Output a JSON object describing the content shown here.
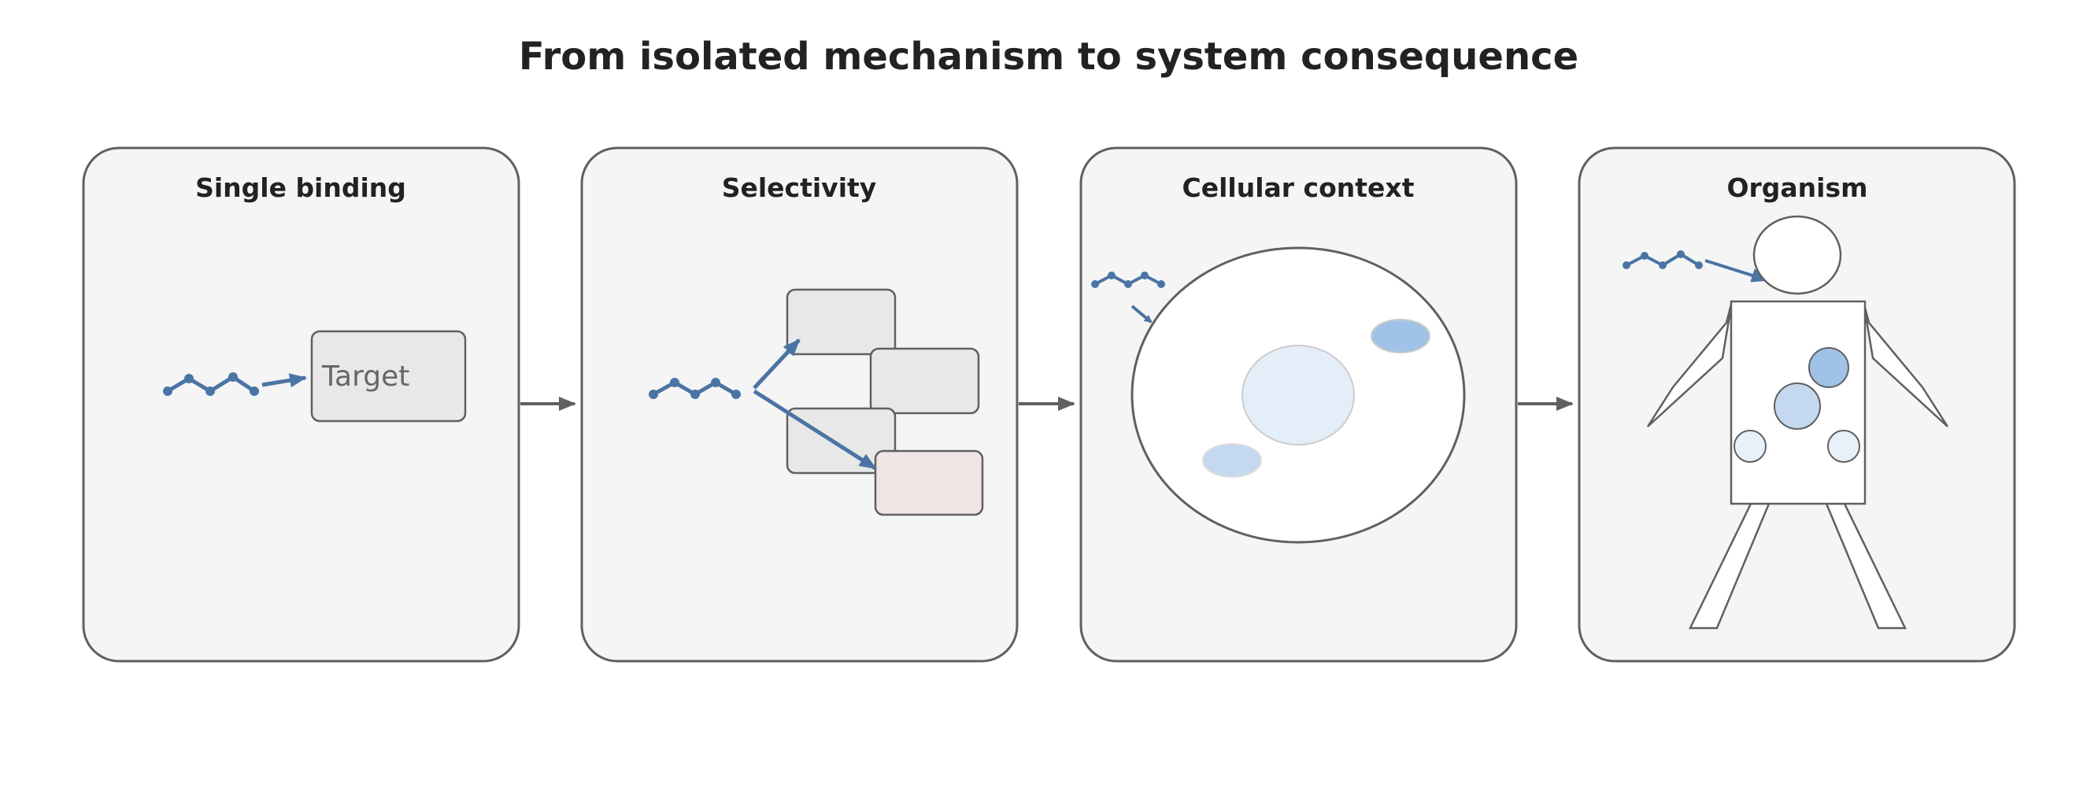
{
  "diagram": {
    "title": "From isolated mechanism to system consequence",
    "panels": [
      {
        "id": "single-binding",
        "title": "Single binding",
        "target_label": "Target"
      },
      {
        "id": "selectivity",
        "title": "Selectivity"
      },
      {
        "id": "cellular-context",
        "title": "Cellular context"
      },
      {
        "id": "organism",
        "title": "Organism"
      }
    ]
  },
  "colors": {
    "panel_fill": "#f5f5f5",
    "panel_stroke": "#606060",
    "molecule": "#4a74a4",
    "arrow": "#606060",
    "target_fill": "#e8e8e8",
    "off_target_fill": "#f0e4e4",
    "nucleus_fill": "#e4eef8",
    "organelle_light": "#c4d8ef",
    "organelle_medium": "#a0c2e6",
    "organelle_pale": "#e8f0fa"
  }
}
